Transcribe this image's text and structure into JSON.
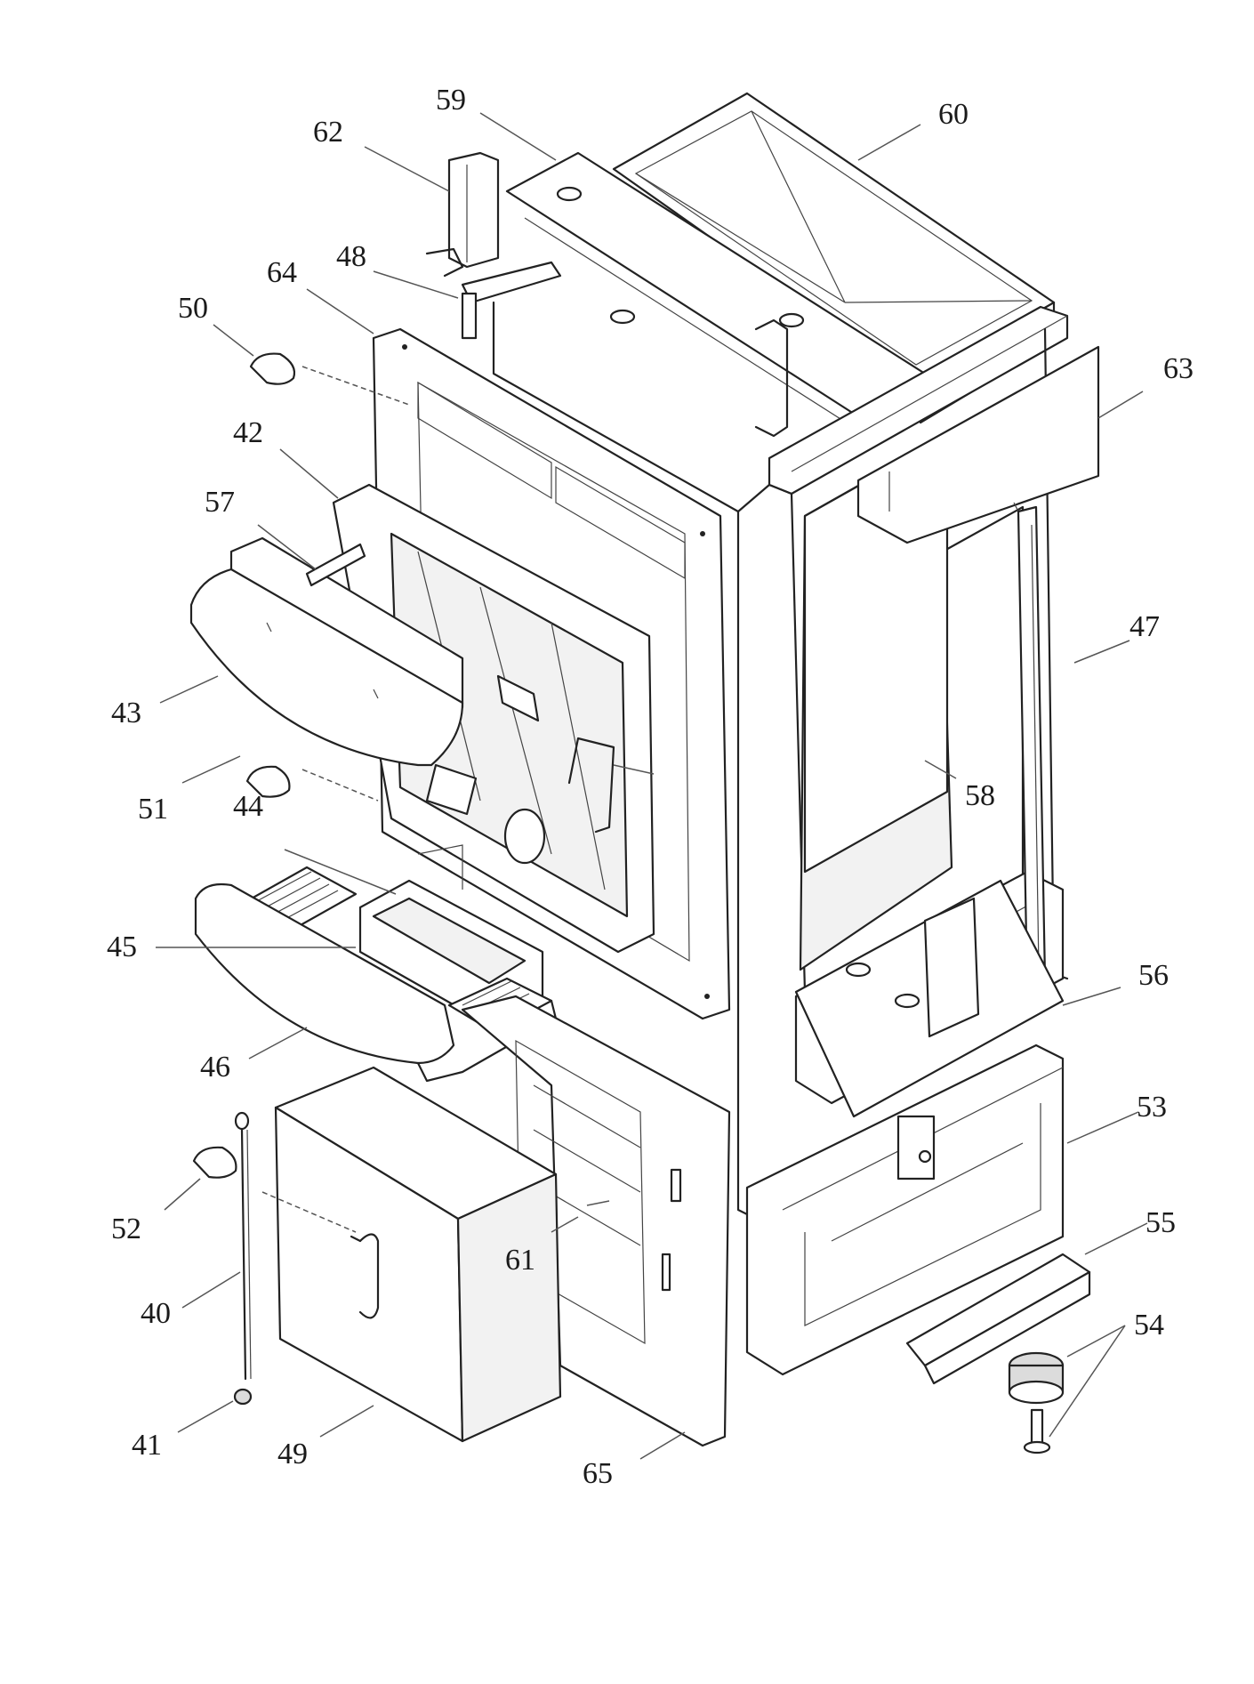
{
  "parts": [
    {
      "id": "p40",
      "label": "40"
    },
    {
      "id": "p41",
      "label": "41"
    },
    {
      "id": "p42",
      "label": "42"
    },
    {
      "id": "p43",
      "label": "43"
    },
    {
      "id": "p44",
      "label": "44"
    },
    {
      "id": "p45",
      "label": "45"
    },
    {
      "id": "p46",
      "label": "46"
    },
    {
      "id": "p47",
      "label": "47"
    },
    {
      "id": "p48",
      "label": "48"
    },
    {
      "id": "p49",
      "label": "49"
    },
    {
      "id": "p50",
      "label": "50"
    },
    {
      "id": "p51",
      "label": "51"
    },
    {
      "id": "p52",
      "label": "52"
    },
    {
      "id": "p53",
      "label": "53"
    },
    {
      "id": "p54",
      "label": "54"
    },
    {
      "id": "p55",
      "label": "55"
    },
    {
      "id": "p56",
      "label": "56"
    },
    {
      "id": "p57",
      "label": "57"
    },
    {
      "id": "p58",
      "label": "58"
    },
    {
      "id": "p59",
      "label": "59"
    },
    {
      "id": "p60",
      "label": "60"
    },
    {
      "id": "p61",
      "label": "61"
    },
    {
      "id": "p62",
      "label": "62"
    },
    {
      "id": "p63",
      "label": "63"
    },
    {
      "id": "p64",
      "label": "64"
    },
    {
      "id": "p65",
      "label": "65"
    }
  ]
}
